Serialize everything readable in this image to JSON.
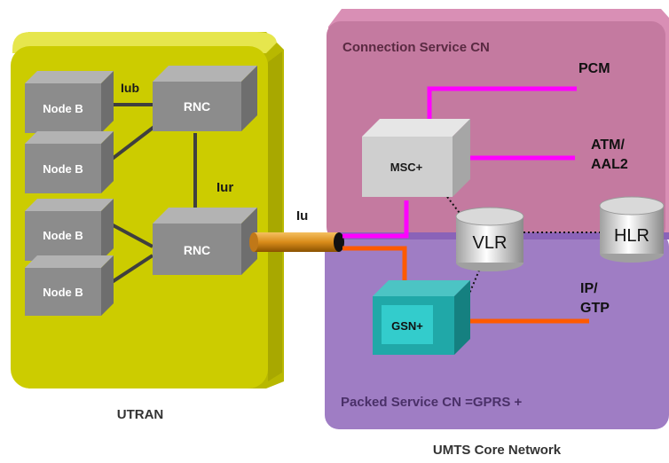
{
  "utran": {
    "caption": "UTRAN",
    "node_b_label": "Node B",
    "rnc_label": "RNC",
    "iub_label": "Iub",
    "iur_label": "Iur"
  },
  "iu_label": "Iu",
  "core": {
    "caption": "UMTS Core Network",
    "cs_title": "Connection Service CN",
    "ps_title": "Packed Service CN =GPRS +",
    "msc_label": "MSC+",
    "gsn_label": "GSN+",
    "vlr_label": "VLR",
    "hlr_label": "HLR",
    "pcm_label": "PCM",
    "atm_label_line1": "ATM/",
    "atm_label_line2": "AAL2",
    "ip_label_line1": "IP/",
    "ip_label_line2": "GTP"
  },
  "colors": {
    "utran_face": "#cccc00",
    "utran_top": "#e6e64d",
    "cs_face": "#c47aa0",
    "cs_top": "#d98fb5",
    "ps_face": "#9f7dc4",
    "ps_edge": "#8a63b8",
    "box_face": "#8c8c8c",
    "box_top": "#b3b3b3",
    "box_side": "#6e6e6e",
    "msc_face": "#cfcfcf",
    "msc_top": "#e6e6e6",
    "msc_side": "#a6a6a6",
    "gsn_face": "#20a8a8",
    "gsn_top": "#4cc4c4",
    "gsn_side": "#158080",
    "gsn_inner": "#33cccc",
    "magenta": "#ff00ff",
    "orange": "#ff5a00",
    "cable": "#d98c1a",
    "dark_line": "#404040"
  }
}
